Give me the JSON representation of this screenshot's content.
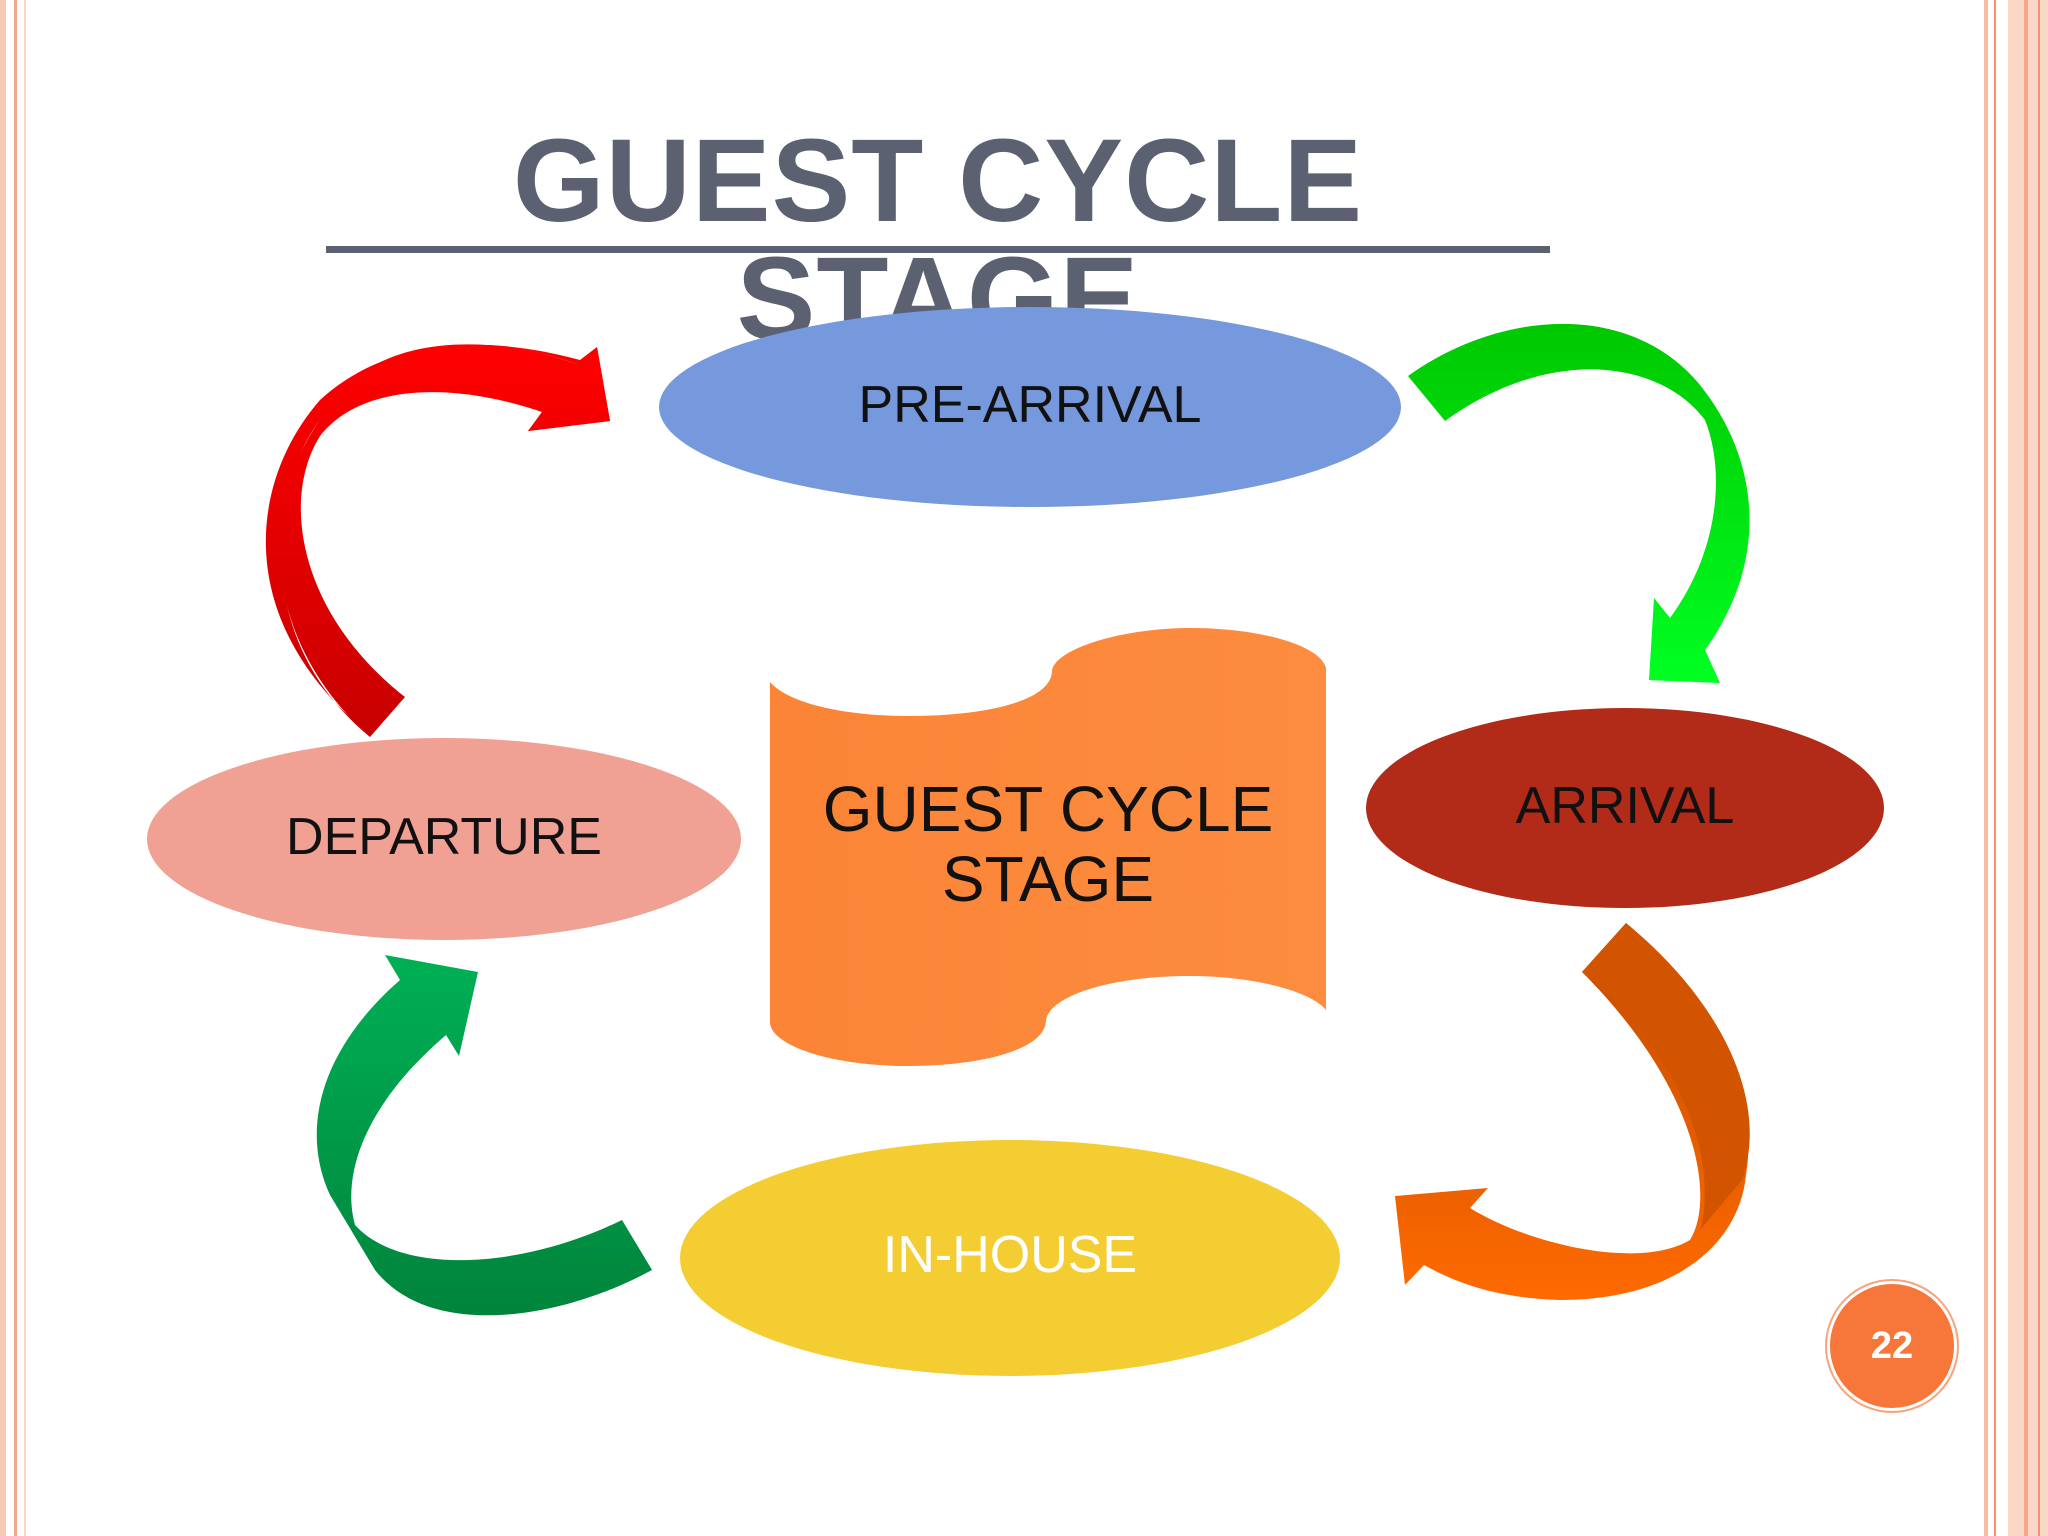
{
  "slide": {
    "title": "GUEST CYCLE STAGE",
    "page_number": "22"
  },
  "diagram": {
    "center_label": [
      "GUEST CYCLE",
      "STAGE"
    ],
    "stages": [
      {
        "label": "PRE-ARRIVAL",
        "color": "#7698dc"
      },
      {
        "label": "ARRIVAL",
        "color": "#b22a18"
      },
      {
        "label": "IN-HOUSE",
        "color": "#f4cd33"
      },
      {
        "label": "DEPARTURE",
        "color": "#f0a194"
      }
    ],
    "center_color": "#fb8a3c",
    "arrows": [
      {
        "from": "PRE-ARRIVAL",
        "to": "ARRIVAL",
        "color": "#00dd00"
      },
      {
        "from": "ARRIVAL",
        "to": "IN-HOUSE",
        "color": "#ff6a00"
      },
      {
        "from": "IN-HOUSE",
        "to": "DEPARTURE",
        "color": "#00a550"
      },
      {
        "from": "DEPARTURE",
        "to": "PRE-ARRIVAL",
        "color": "#ff0000"
      }
    ]
  },
  "colors": {
    "title": "#5b6170",
    "badge": "#f7773a"
  }
}
